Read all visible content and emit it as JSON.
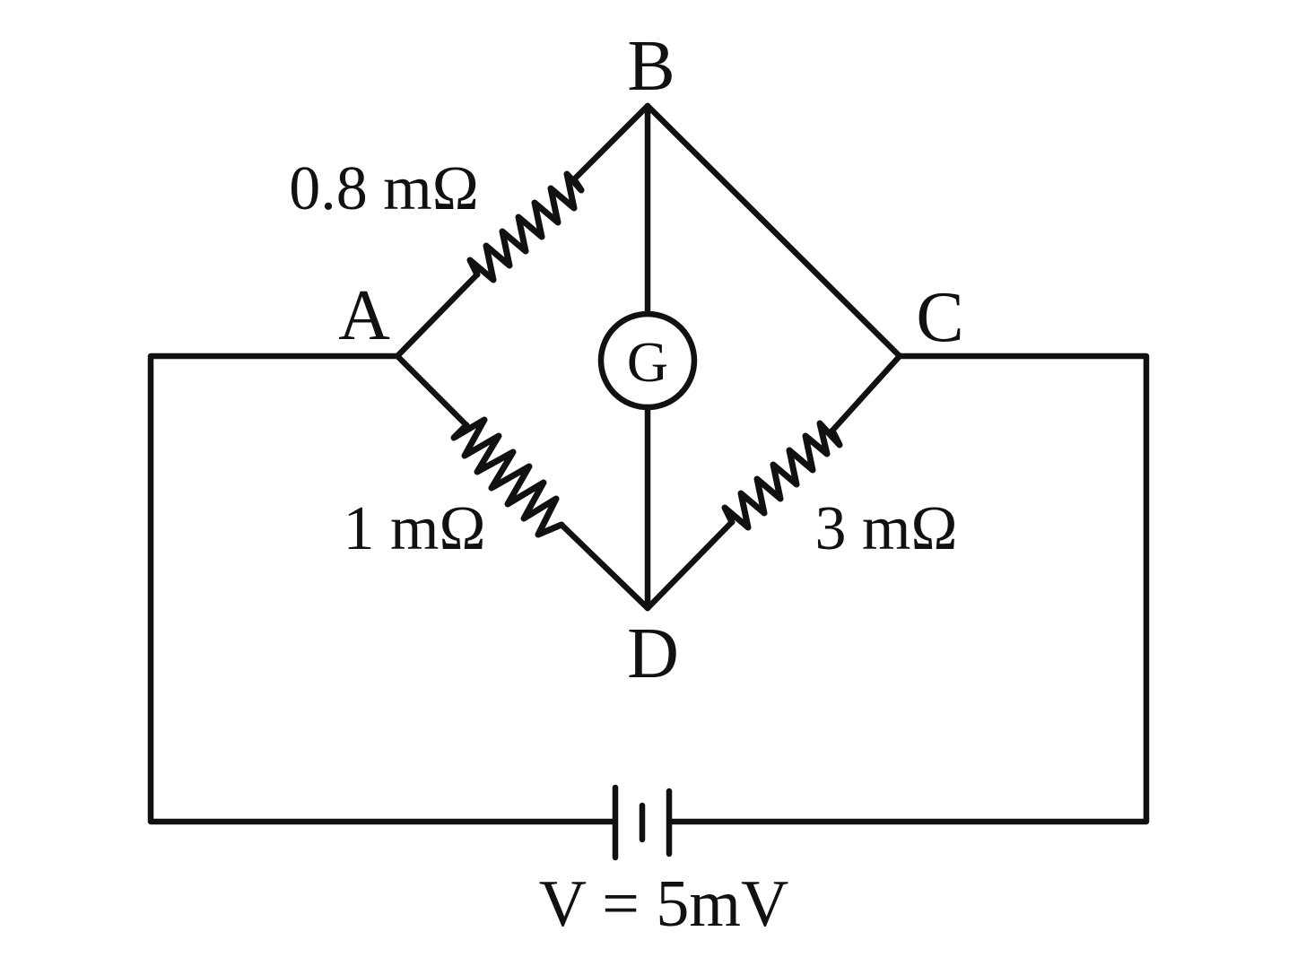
{
  "nodes": {
    "a": "A",
    "b": "B",
    "c": "C",
    "d": "D"
  },
  "resistors": {
    "ab": "0.8 mΩ",
    "ad": "1 mΩ",
    "dc": "3 mΩ"
  },
  "galvanometer": {
    "label": "G"
  },
  "battery": {
    "label": "V = 5mV"
  }
}
